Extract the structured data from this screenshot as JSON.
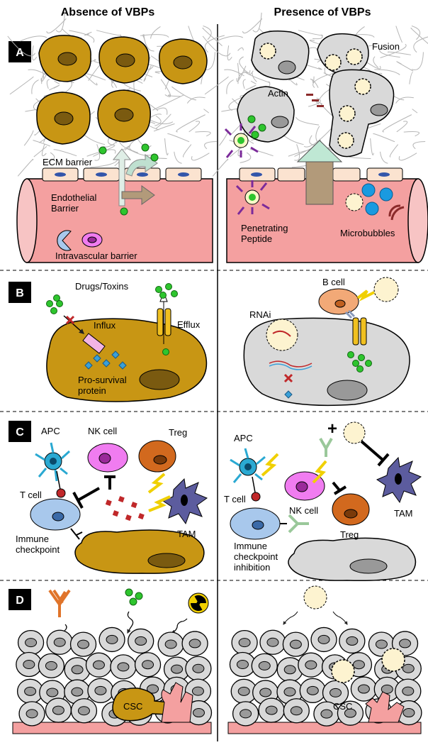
{
  "headers": {
    "left": "Absence of VBPs",
    "right": "Presence of VBPs"
  },
  "panels": [
    "A",
    "B",
    "C",
    "D"
  ],
  "panelA": {
    "left": {
      "ecm_barrier": "ECM barrier",
      "endothelial_barrier": "Endothelial\nBarrier",
      "intravascular_barrier": "Intravascular barrier"
    },
    "right": {
      "fusion": "Fusion",
      "actin": "Actin",
      "penetrating_peptide": "Penetrating\nPeptide",
      "microbubbles": "Microbubbles"
    }
  },
  "panelB": {
    "left": {
      "drugs_toxins": "Drugs/Toxins",
      "influx": "Influx",
      "efflux": "Efflux",
      "pro_survival": "Pro-survival\nprotein"
    },
    "right": {
      "b_cell": "B cell",
      "rnai": "RNAi"
    }
  },
  "panelC": {
    "left": {
      "apc": "APC",
      "nk_cell": "NK cell",
      "treg": "Treg",
      "t_cell": "T cell",
      "tam": "TAM",
      "immune_checkpoint": "Immune\ncheckpoint"
    },
    "right": {
      "apc": "APC",
      "t_cell": "T cell",
      "nk_cell": "NK cell",
      "tam": "TAM",
      "treg": "Treg",
      "immune_checkpoint_inhibition": "Immune\ncheckpoint\ninhibition",
      "plus": "+"
    }
  },
  "panelD": {
    "left": {
      "csc": "CSC"
    },
    "right": {
      "csc": "CSC"
    }
  },
  "colors": {
    "tumor": "#c89614",
    "nucleus_tumor": "#7a5a10",
    "gray_cell": "#d9d9d9",
    "vessel": "#f4a0a0",
    "endothelial": "#fbe3d0",
    "green": "#2ec52e",
    "nk": "#f07cf0",
    "treg": "#d2691e",
    "tam": "#5c5c9e",
    "tcell": "#a8c8ec",
    "bcell": "#f2a977",
    "apc": "#2aa9d2"
  }
}
